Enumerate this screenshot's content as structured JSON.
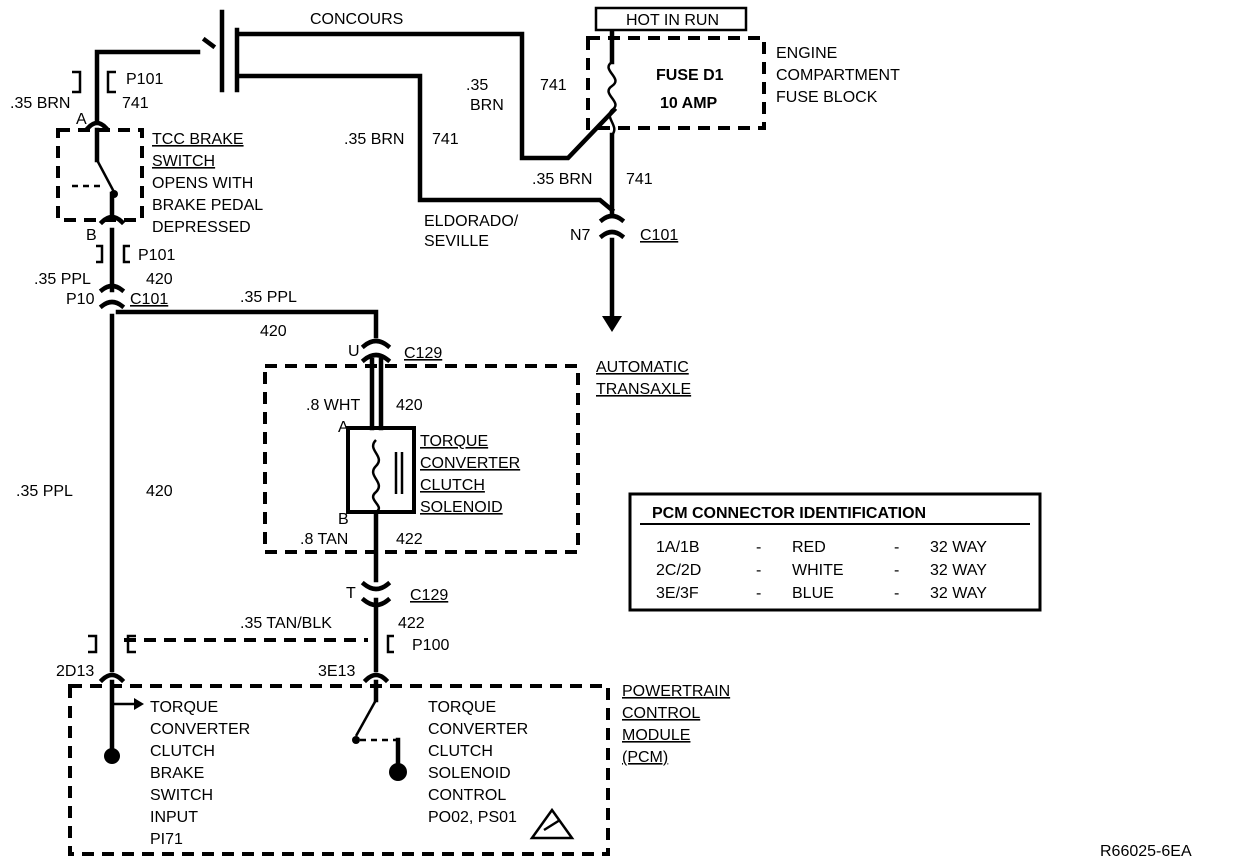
{
  "labels": {
    "concours": "CONCOURS",
    "hot_in_run": "HOT IN RUN",
    "fuse_name": "FUSE D1",
    "fuse_rating": "10 AMP",
    "fuse_block_1": "ENGINE",
    "fuse_block_2": "COMPARTMENT",
    "fuse_block_3": "FUSE BLOCK",
    "p101_top": "P101",
    "p101_mid": "P101",
    "p100": "P100",
    "wire_035brn": ".35 BRN",
    "wire_035brn_a": ".35",
    "wire_035brn_b": "BRN",
    "wire_035brn_mid": ".35 BRN",
    "wire_035brn_right": ".35 BRN",
    "circuit_741_a": "741",
    "circuit_741_b": "741",
    "circuit_741_c": "741",
    "circuit_741_d": "741",
    "pin_a_top": "A",
    "tcc_switch_1": "TCC BRAKE",
    "tcc_switch_2": "SWITCH",
    "tcc_switch_3": "OPENS WITH",
    "tcc_switch_4": "BRAKE PEDAL",
    "tcc_switch_5": "DEPRESSED",
    "eldorado_1": "ELDORADO/",
    "eldorado_2": "SEVILLE",
    "pin_n7": "N7",
    "c101_right": "C101",
    "pin_b_top": "B",
    "wire_035ppl_top": ".35 PPL",
    "circuit_420_top": "420",
    "pin_p10": "P10",
    "c101_left": "C101",
    "wire_035ppl_h": ".35 PPL",
    "circuit_420_h": "420",
    "pin_u": "U",
    "c129_top": "C129",
    "transaxle_1": "AUTOMATIC",
    "transaxle_2": "TRANSAXLE",
    "wire_8wht": ".8 WHT",
    "circuit_420_wht": "420",
    "pin_a_sol": "A",
    "sol_1": "TORQUE",
    "sol_2": "CONVERTER",
    "sol_3": "CLUTCH",
    "sol_4": "SOLENOID",
    "pin_b_sol": "B",
    "wire_8tan": ".8 TAN",
    "circuit_422_tan": "422",
    "wire_035ppl_left": ".35 PPL",
    "circuit_420_left": "420",
    "pin_t": "T",
    "c129_bottom": "C129",
    "wire_035tanblk": ".35 TAN/BLK",
    "circuit_422_bottom": "422",
    "pin_2d13": "2D13",
    "pin_3e13": "3E13",
    "pcm_left_1": "TORQUE",
    "pcm_left_2": "CONVERTER",
    "pcm_left_3": "CLUTCH",
    "pcm_left_4": "BRAKE",
    "pcm_left_5": "SWITCH",
    "pcm_left_6": "INPUT",
    "pcm_left_7": "PI71",
    "pcm_right_1": "TORQUE",
    "pcm_right_2": "CONVERTER",
    "pcm_right_3": "CLUTCH",
    "pcm_right_4": "SOLENOID",
    "pcm_right_5": "CONTROL",
    "pcm_right_6": "PO02, PS01",
    "pcm_title_1": "POWERTRAIN",
    "pcm_title_2": "CONTROL",
    "pcm_title_3": "MODULE",
    "pcm_title_4": "(PCM)",
    "figure_id": "R66025-6EA"
  },
  "pcm_table": {
    "title": "PCM CONNECTOR IDENTIFICATION",
    "rows": [
      {
        "connector": "1A/1B",
        "sep1": "-",
        "color": "RED",
        "sep2": "-",
        "size": "32 WAY"
      },
      {
        "connector": "2C/2D",
        "sep1": "-",
        "color": "WHITE",
        "sep2": "-",
        "size": "32 WAY"
      },
      {
        "connector": "3E/3F",
        "sep1": "-",
        "color": "BLUE",
        "sep2": "-",
        "size": "32 WAY"
      }
    ]
  }
}
